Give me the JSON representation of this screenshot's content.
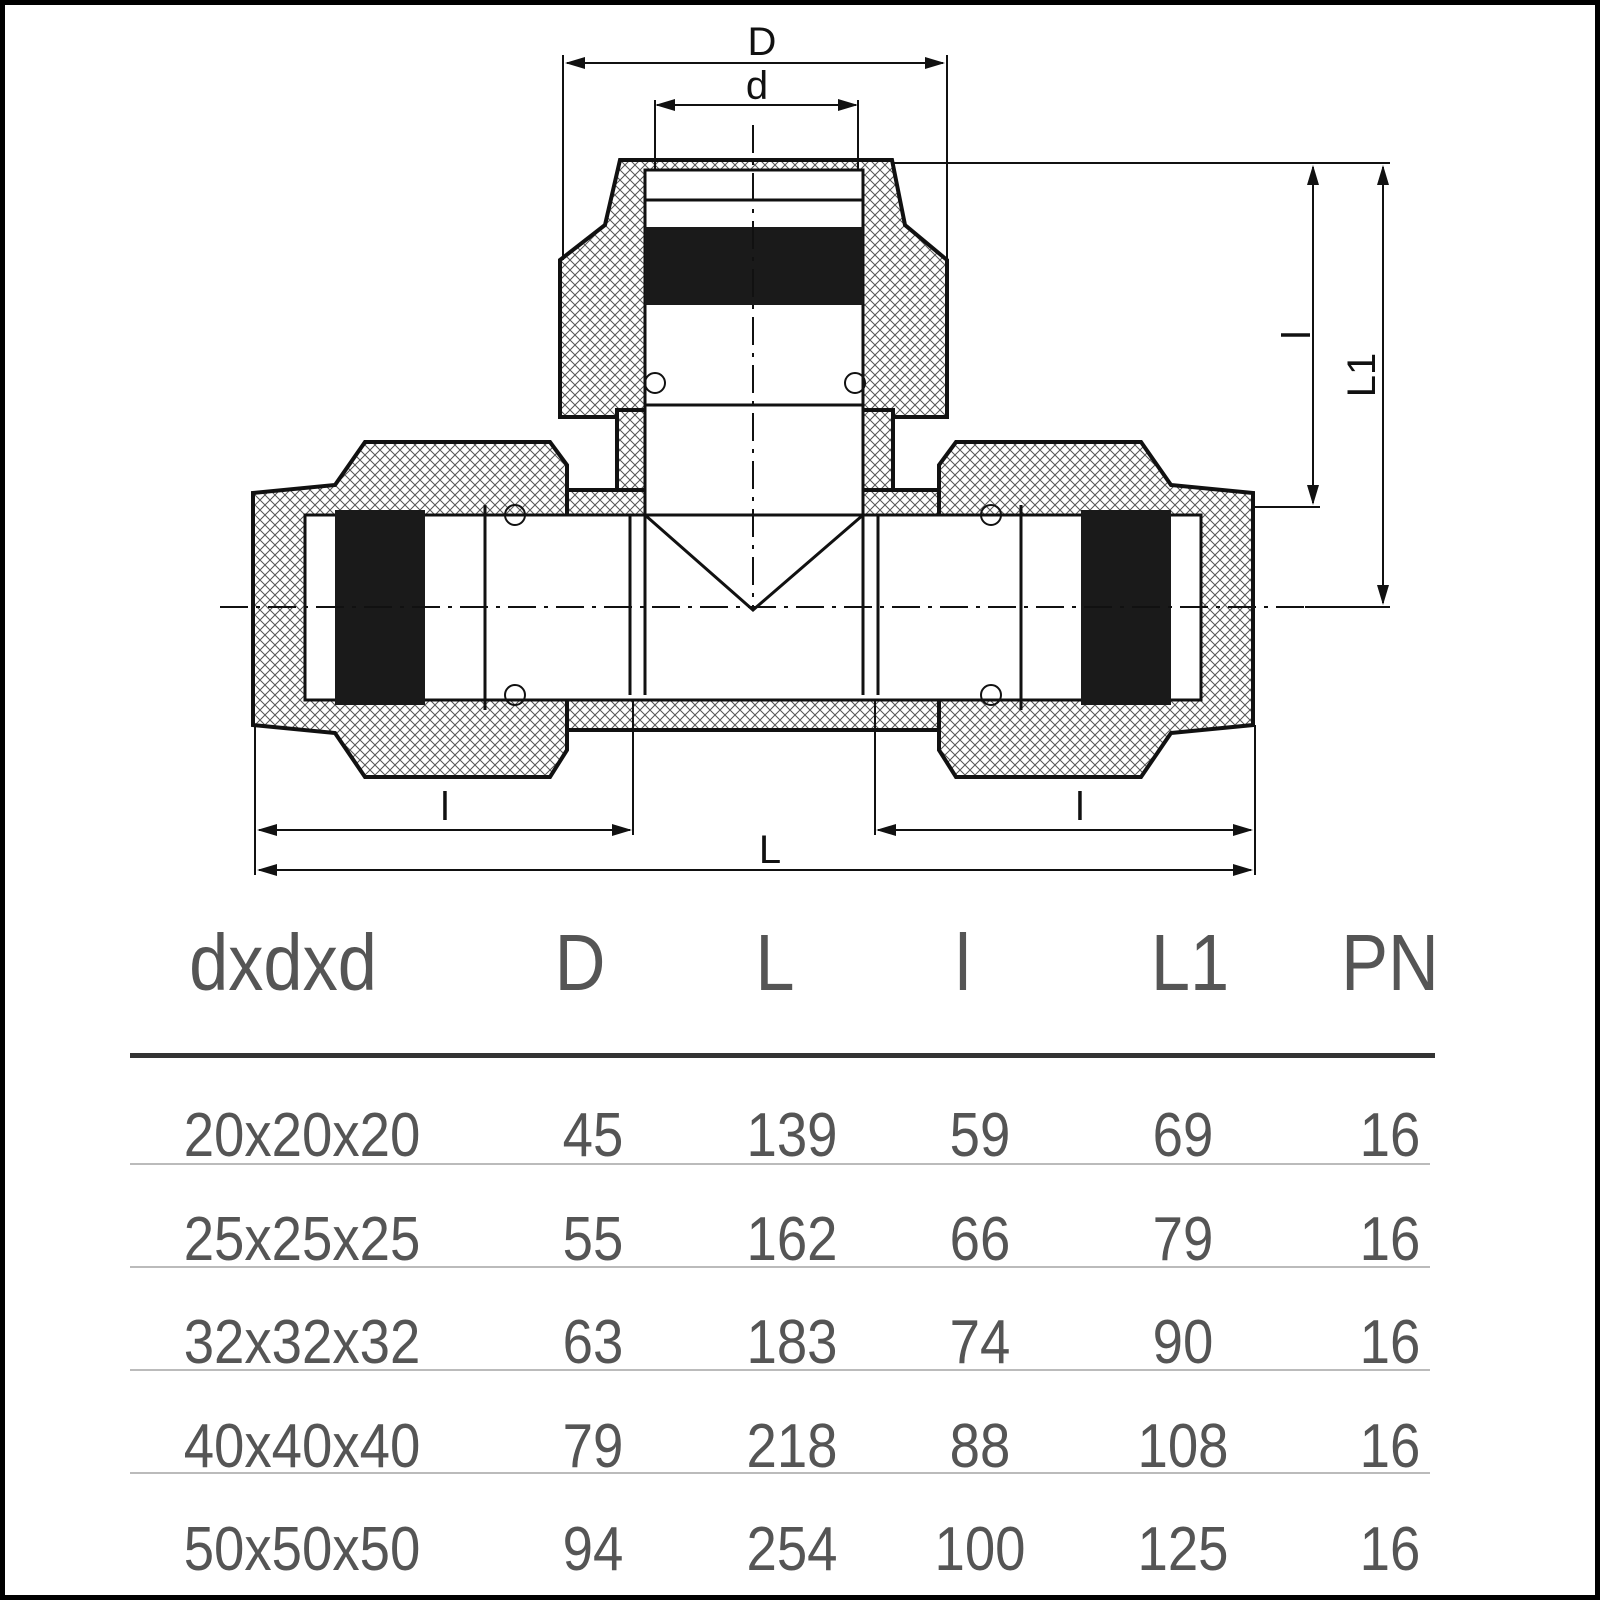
{
  "diagram": {
    "labels": {
      "D": "D",
      "d": "d",
      "l_vertical": "l",
      "L1": "L1",
      "l_left": "l",
      "l_right": "l",
      "L": "L"
    }
  },
  "table": {
    "headers": [
      "dxdxd",
      "D",
      "L",
      "l",
      "L1",
      "PN"
    ],
    "rows": [
      [
        "20x20x20",
        "45",
        "139",
        "59",
        "69",
        "16"
      ],
      [
        "25x25x25",
        "55",
        "162",
        "66",
        "79",
        "16"
      ],
      [
        "32x32x32",
        "63",
        "183",
        "74",
        "90",
        "16"
      ],
      [
        "40x40x40",
        "79",
        "218",
        "88",
        "108",
        "16"
      ],
      [
        "50x50x50",
        "94",
        "254",
        "100",
        "125",
        "16"
      ]
    ]
  }
}
